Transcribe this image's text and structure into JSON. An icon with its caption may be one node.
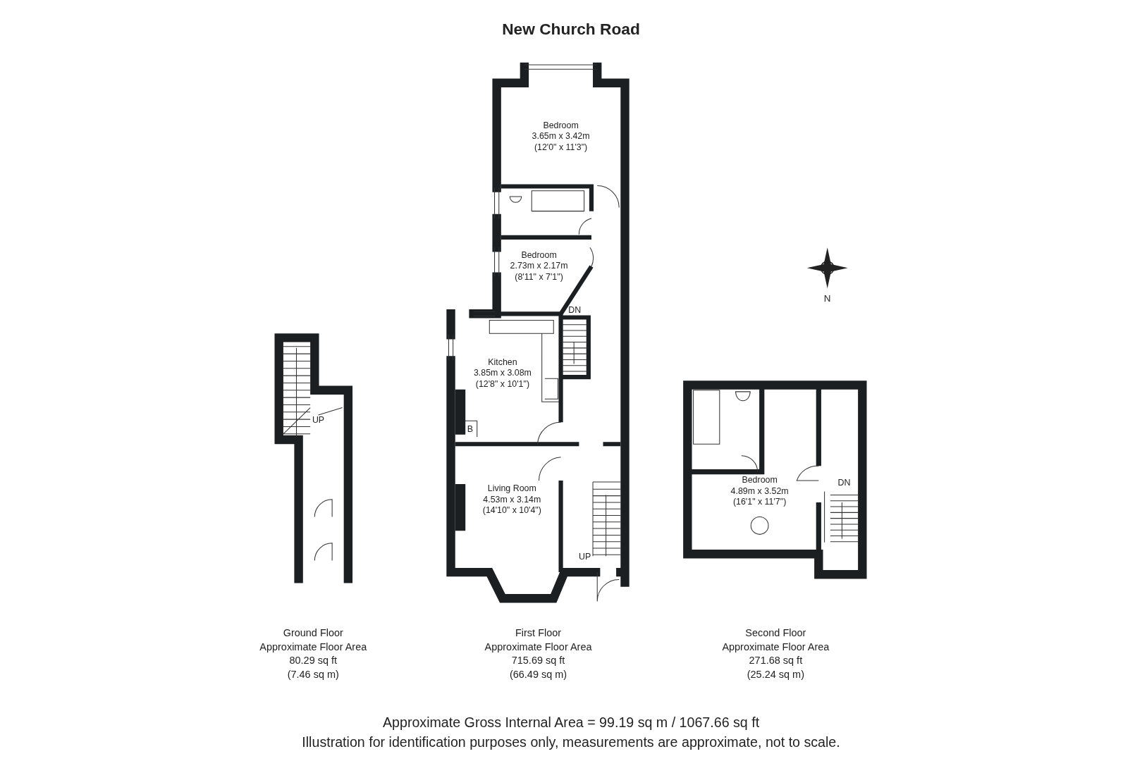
{
  "diagram": {
    "title": "New Church Road",
    "nodes": [
      {
        "text": [
          "Bedroom",
          "3.65m x 3.42m",
          "(12'0\" x 11'3\")"
        ]
      },
      {
        "text": [
          "Bedroom",
          "2.73m x 2.17m",
          "(8'11\" x 7'1\")"
        ]
      },
      {
        "text": [
          "Kitchen",
          "3.85m x 3.08m",
          "(12'8\" x 10'1\")"
        ]
      },
      {
        "text": [
          "B"
        ],
        "in": 2
      },
      {
        "text": [
          "Bedroom",
          "4.89m x 3.52m",
          "(16'1\" x 11'7\")"
        ]
      },
      {
        "text": [
          "Living Room",
          "4.53m x 3.14m",
          "(14'10\" x 10'4\")"
        ]
      }
    ],
    "labels": [
      "N",
      "DN",
      "UP",
      "DN",
      "UP",
      "Ground Floor",
      "Approximate Floor Area",
      "80.29 sq ft",
      "(7.46 sq m)",
      "First Floor",
      "Approximate Floor Area",
      "715.69 sq ft",
      "(66.49 sq m)",
      "Second Floor",
      "Approximate Floor Area",
      "271.68 sq ft",
      "(25.24 sq m)",
      "Approximate Gross Internal Area = 99.19 sq m / 1067.66 sq ft",
      "Illustration for identification purposes only, measurements are approximate, not to scale."
    ]
  }
}
